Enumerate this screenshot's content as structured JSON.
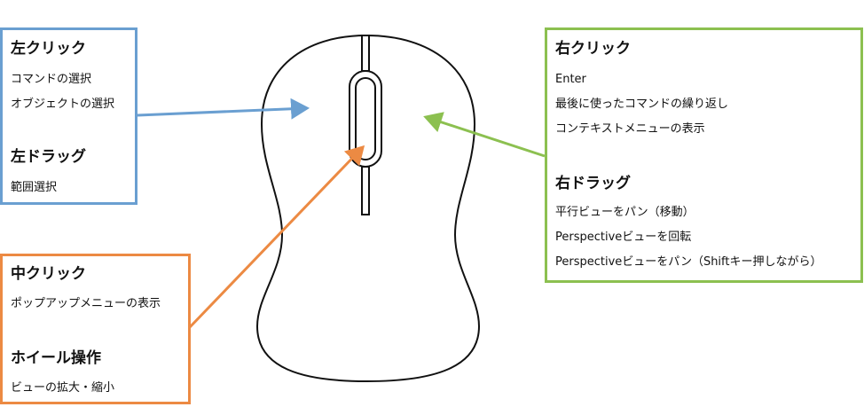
{
  "left_box": {
    "click_title": "左クリック",
    "click_items": [
      "コマンドの選択",
      "オブジェクトの選択"
    ],
    "drag_title": "左ドラッグ",
    "drag_items": [
      "範囲選択"
    ]
  },
  "middle_box": {
    "click_title": "中クリック",
    "click_items": [
      "ポップアップメニューの表示"
    ],
    "wheel_title": "ホイール操作",
    "wheel_items": [
      "ビューの拡大・縮小"
    ]
  },
  "right_box": {
    "click_title": "右クリック",
    "click_items": [
      "Enter",
      "最後に使ったコマンドの繰り返し",
      "コンテキストメニューの表示"
    ],
    "drag_title": "右ドラッグ",
    "drag_items": [
      "平行ビューをパン（移動）",
      "Perspectiveビューを回転",
      "Perspectiveビューをパン（Shiftキー押しながら）"
    ]
  },
  "colors": {
    "left": "#6a9fd1",
    "middle": "#ec8a43",
    "right": "#8cc050"
  }
}
